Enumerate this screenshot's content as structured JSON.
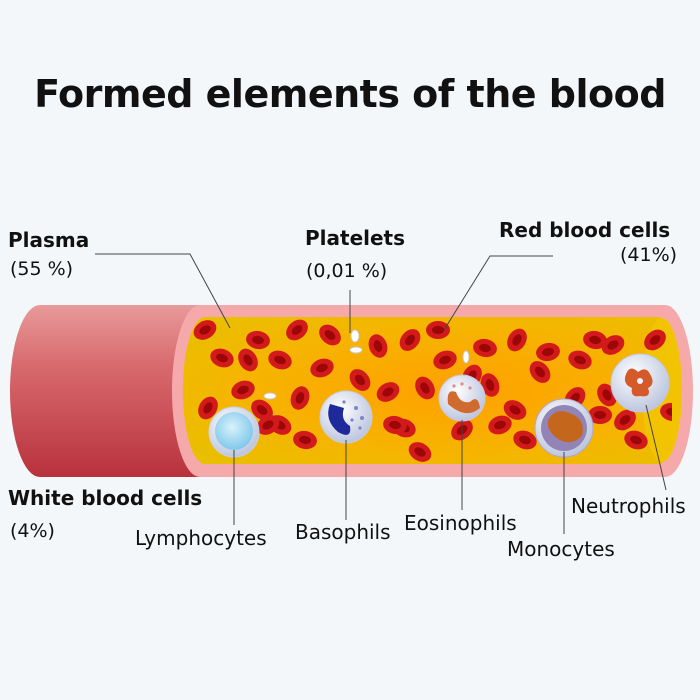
{
  "title": "Formed elements of the blood",
  "components": {
    "plasma": {
      "label": "Plasma",
      "percent": "(55 %)"
    },
    "platelets": {
      "label": "Platelets",
      "percent": "(0,01 %)"
    },
    "red_blood_cells": {
      "label": "Red blood cells",
      "percent": "(41%)"
    },
    "white_blood_cells": {
      "label": "White blood cells",
      "percent": "(4%)"
    }
  },
  "white_cell_types": {
    "lymphocytes": "Lymphocytes",
    "basophils": "Basophils",
    "eosinophils": "Eosinophils",
    "monocytes": "Monocytes",
    "neutrophils": "Neutrophils"
  },
  "colors": {
    "vessel_outer": "#d9676b",
    "vessel_rim": "#f4a6a6",
    "plasma": "#f5b300",
    "red_cell": "#d01a1a",
    "white_cell": "#e8eef8"
  }
}
